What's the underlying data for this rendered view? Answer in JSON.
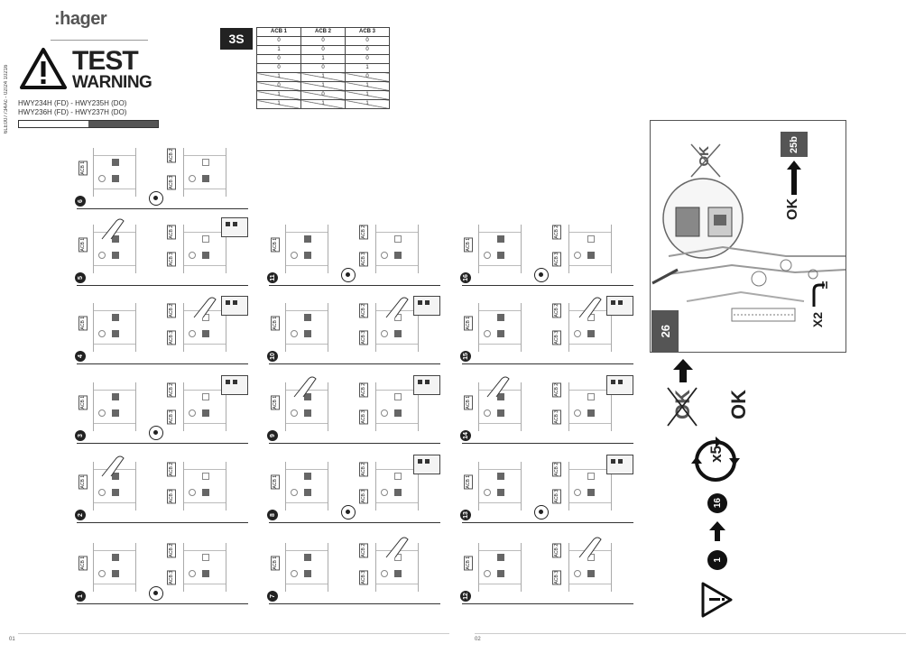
{
  "header": {
    "logo": ":hager",
    "side_code": "6LE007734Ac - 02/24 10216",
    "title_line1": "TEST",
    "title_line2": "WARNING",
    "model_line1": "HWY234H (FD) - HWY235H (DO)",
    "model_line2": "HWY236H (FD) - HWY237H (DO)"
  },
  "truth_table": {
    "badge": "3S",
    "headers": [
      "ACB 1",
      "ACB 2",
      "ACB 3"
    ],
    "rows": [
      [
        "0",
        "0",
        "0"
      ],
      [
        "1",
        "0",
        "0"
      ],
      [
        "0",
        "1",
        "0"
      ],
      [
        "0",
        "0",
        "1"
      ],
      [
        "1",
        "1",
        "0"
      ],
      [
        "0",
        "1",
        "1"
      ],
      [
        "1",
        "0",
        "1"
      ],
      [
        "1",
        "1",
        "1"
      ]
    ],
    "struck_from_row": 4
  },
  "steps": {
    "s1": "1",
    "s2": "2",
    "s3": "3",
    "s4": "4",
    "s5": "5",
    "s6": "6",
    "s7": "7",
    "s8": "8",
    "s9": "9",
    "s10": "10",
    "s11": "11",
    "s12": "12",
    "s13": "13",
    "s14": "14",
    "s15": "15",
    "s16": "16"
  },
  "acb_labels": {
    "acb1": "ACB 1",
    "acb2": "ACB 2",
    "acb3": "ACB 3"
  },
  "right_panel": {
    "badge_25b": "25b",
    "badge_26": "26",
    "ok": "OK",
    "not_ok": "OK",
    "x2": "X2",
    "x5": "x5",
    "seq_start": "1",
    "seq_end": "16"
  },
  "footer": {
    "page_left": "01",
    "page_right": "02"
  },
  "icons": [
    "warning-triangle-icon",
    "eye-icon",
    "finger-press-icon",
    "arrow-up-icon",
    "arrow-right-icon",
    "repeat-cycle-icon"
  ]
}
